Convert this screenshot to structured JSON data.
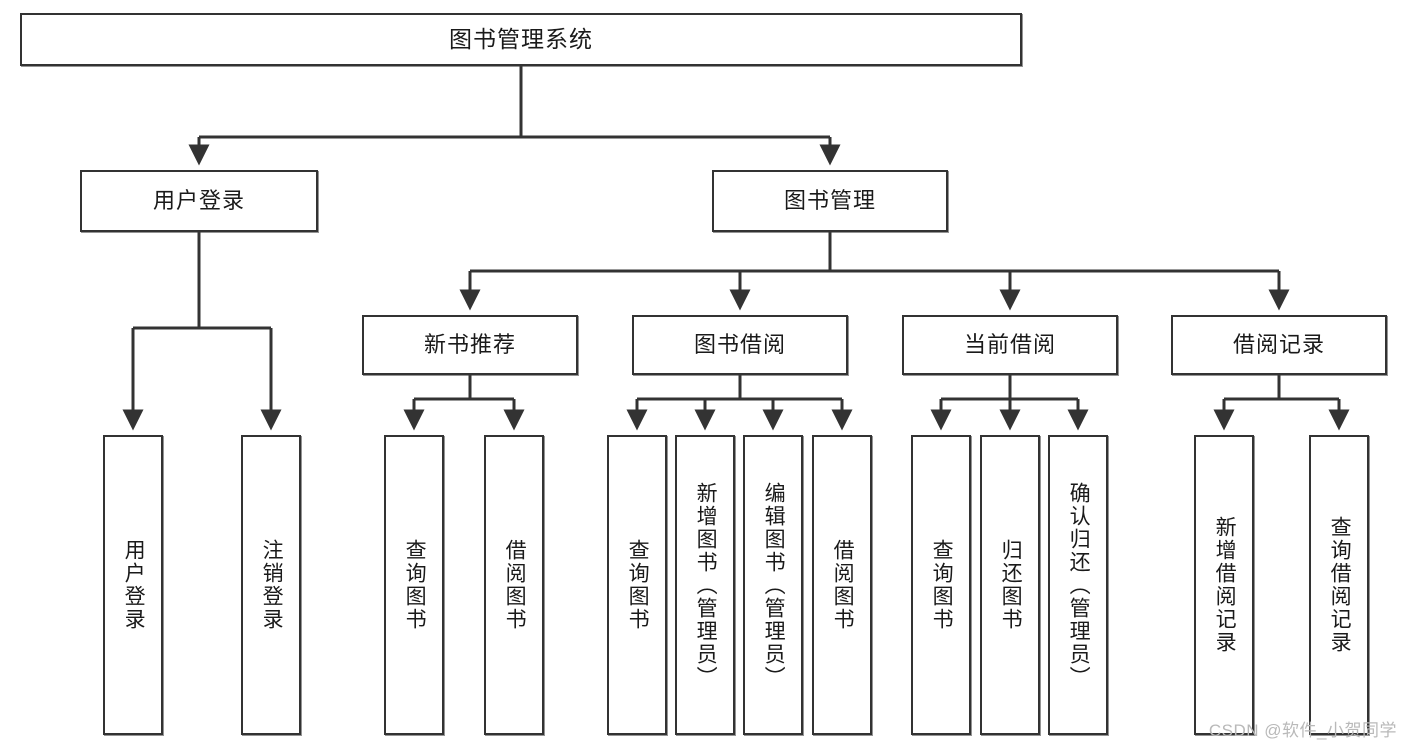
{
  "diagram": {
    "title": "图书管理系统",
    "type": "tree-hierarchy-diagram",
    "colors": {
      "line": "#333333",
      "box_border": "#333333",
      "box_fill": "#ffffff",
      "text": "#1a1a1a",
      "watermark": "#b9b9b9"
    },
    "root": {
      "label": "图书管理系统"
    },
    "level2": [
      {
        "label": "用户登录"
      },
      {
        "label": "图书管理"
      }
    ],
    "level3": [
      {
        "label": "新书推荐"
      },
      {
        "label": "图书借阅"
      },
      {
        "label": "当前借阅"
      },
      {
        "label": "借阅记录"
      }
    ],
    "leaves": {
      "user_login": [
        {
          "label": "用户登录"
        },
        {
          "label": "注销登录"
        }
      ],
      "new_book_recommend": [
        {
          "label": "查询图书"
        },
        {
          "label": "借阅图书"
        }
      ],
      "book_borrow": [
        {
          "label": "查询图书"
        },
        {
          "label": "新增图书（管理员）"
        },
        {
          "label": "编辑图书（管理员）"
        },
        {
          "label": "借阅图书"
        }
      ],
      "current_borrow": [
        {
          "label": "查询图书"
        },
        {
          "label": "归还图书"
        },
        {
          "label": "确认归还（管理员）"
        }
      ],
      "borrow_record": [
        {
          "label": "新增借阅记录"
        },
        {
          "label": "查询借阅记录"
        }
      ]
    },
    "watermark": "CSDN @软件_小贺同学"
  }
}
